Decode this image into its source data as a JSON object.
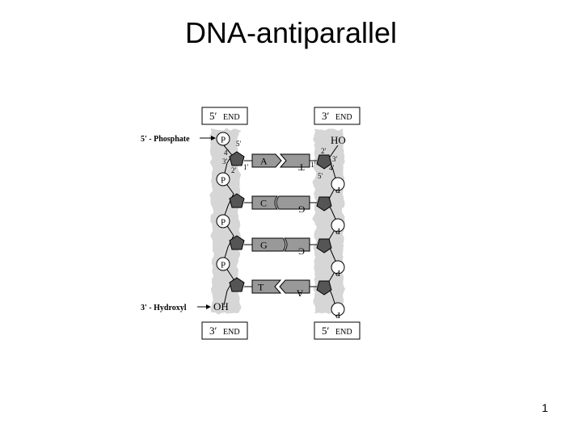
{
  "slide": {
    "title": "DNA-antiparallel",
    "number": "1"
  },
  "diagram": {
    "left_strand": {
      "top_end": {
        "num": "5′",
        "word": "END"
      },
      "bottom_end": {
        "num": "3′",
        "word": "END"
      },
      "phosphate_label": "5' - Phosphate",
      "hydroxyl_label": "3' - Hydroxyl",
      "phosphate_symbol": "P",
      "hydroxyl_group": "OH",
      "carbon_labels": [
        "5′",
        "4′",
        "3′",
        "2′",
        "1′"
      ]
    },
    "right_strand": {
      "top_end": {
        "num": "3′",
        "word": "END"
      },
      "bottom_end": {
        "num": "5′",
        "word": "END"
      },
      "phosphate_symbol": "P",
      "hydroxyl_group": "HO",
      "carbon_labels": [
        "2′",
        "3′",
        "1′",
        "5′",
        "4′"
      ]
    },
    "base_pairs": [
      {
        "left": "A",
        "right": "T"
      },
      {
        "left": "C",
        "right": "G"
      },
      {
        "left": "G",
        "right": "C"
      },
      {
        "left": "T",
        "right": "A"
      }
    ]
  }
}
